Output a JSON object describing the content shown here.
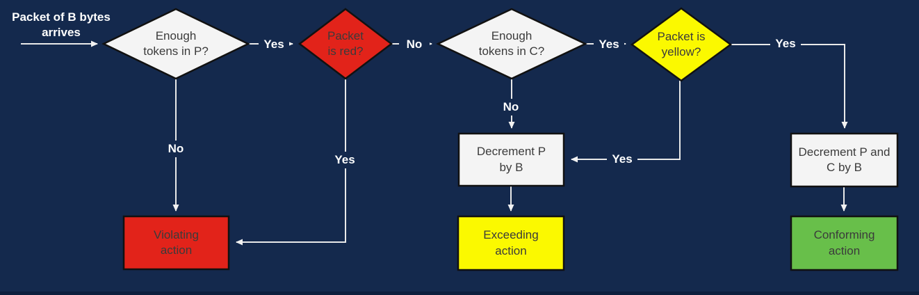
{
  "flowchart": {
    "start": {
      "label": "Packet of B bytes\narrives"
    },
    "decisions": {
      "tokens_p": "Enough\ntokens in P?",
      "packet_red": "Packet\nis red?",
      "tokens_c": "Enough\ntokens in C?",
      "packet_yellow": "Packet is\nyellow?"
    },
    "processes": {
      "decrement_p": "Decrement P\nby B",
      "decrement_pc": "Decrement P and\nC by B"
    },
    "actions": {
      "violating": "Violating\naction",
      "exceeding": "Exceeding\naction",
      "conforming": "Conforming\naction"
    },
    "edge_labels": {
      "p_yes": "Yes",
      "red_no": "No",
      "c_yes": "Yes",
      "yellow_right_yes": "Yes",
      "p_no": "No",
      "red_down_yes": "Yes",
      "c_no": "No",
      "yellow_down_yes": "Yes"
    },
    "colors": {
      "background": "#14294d",
      "node_fill": "#f4f4f4",
      "red": "#e2231a",
      "yellow": "#fbf900",
      "green": "#68bf4a",
      "connector": "#e9e9e9",
      "node_border": "#111111",
      "node_text": "#3b3b3b",
      "label_text": "#ffffff"
    }
  }
}
